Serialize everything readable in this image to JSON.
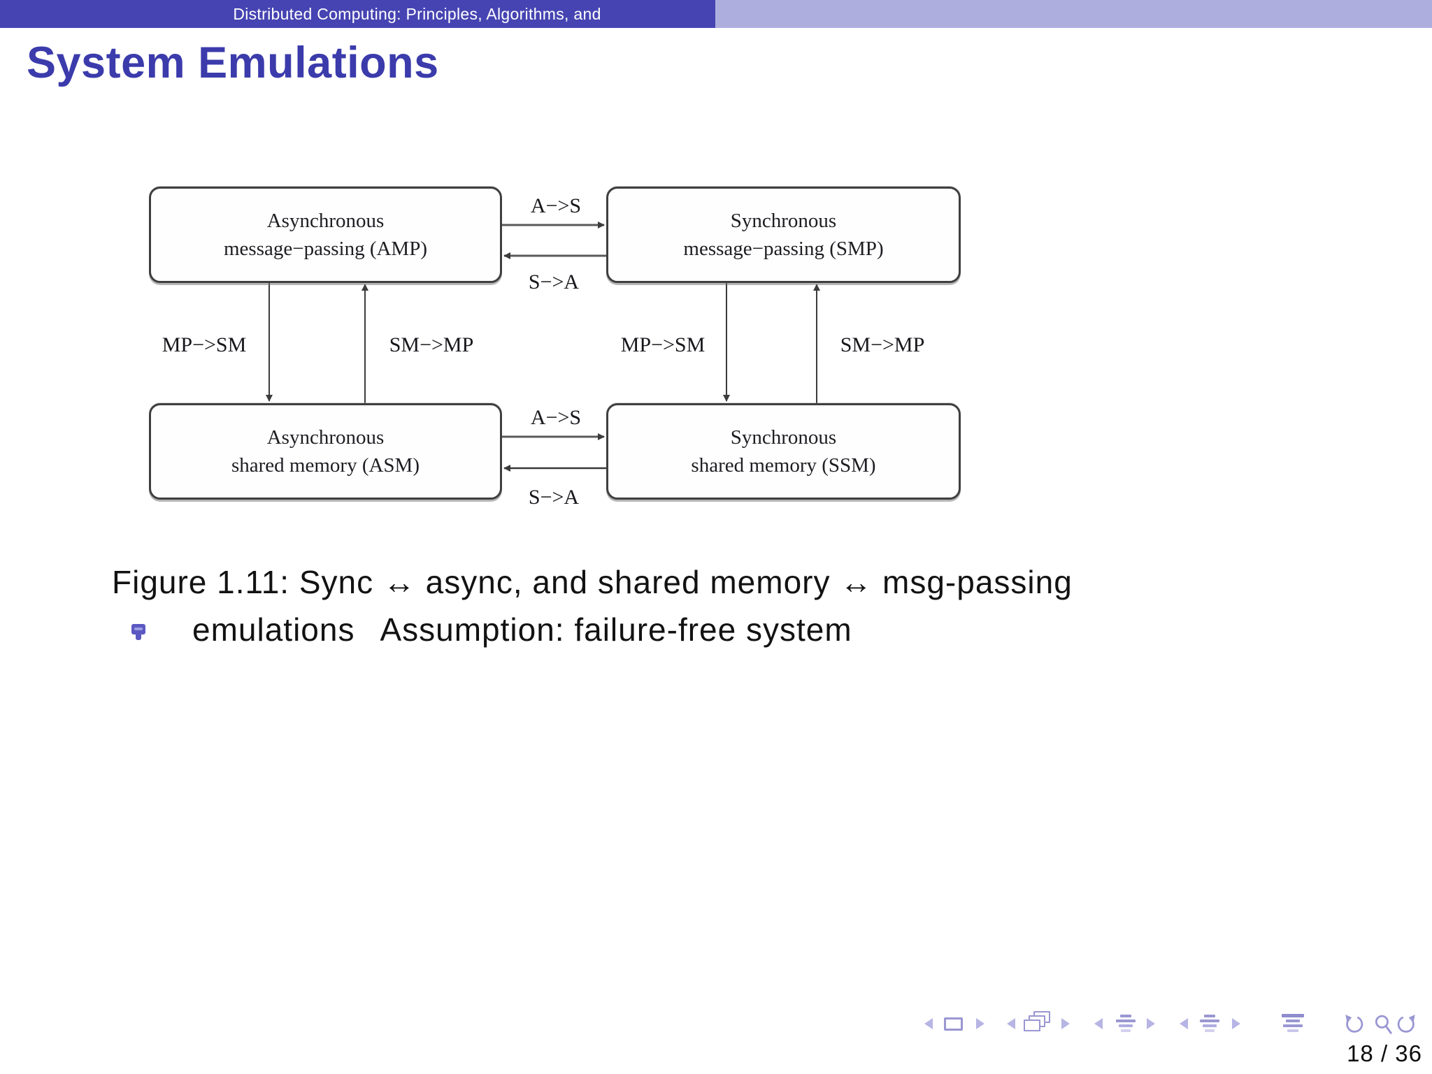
{
  "header": {
    "title": "Distributed Computing: Principles, Algorithms, and"
  },
  "slide": {
    "title": "System Emulations"
  },
  "diagram": {
    "boxes": {
      "amp": {
        "line1": "Asynchronous",
        "line2": "message−passing (AMP)"
      },
      "smp": {
        "line1": "Synchronous",
        "line2": "message−passing (SMP)"
      },
      "asm": {
        "line1": "Asynchronous",
        "line2": "shared memory (ASM)"
      },
      "ssm": {
        "line1": "Synchronous",
        "line2": "shared memory (SSM)"
      }
    },
    "labels": {
      "top_as": "A−>S",
      "top_sa": "S−>A",
      "left_mpsm": "MP−>SM",
      "left_smmp": "SM−>MP",
      "right_mpsm": "MP−>SM",
      "right_smmp": "SM−>MP",
      "bottom_as": "A−>S",
      "bottom_sa": "S−>A"
    }
  },
  "caption": {
    "line1": "Figure 1.11: Sync ↔ async, and shared memory ↔ msg-passing",
    "line2_continuation": "emulations",
    "line2_assumption": "Assumption: failure-free system"
  },
  "footer": {
    "page": "18 / 36",
    "nav_icons": [
      "prev-slide-icon",
      "frame-icon",
      "next-slide-icon",
      "prev-frame-icon",
      "frames-stack-icon",
      "next-frame-icon",
      "prev-subsection-icon",
      "subsection-lines-icon",
      "next-subsection-icon",
      "prev-section-icon",
      "section-lines-icon",
      "next-section-icon",
      "appendix-lines-icon",
      "back-icon",
      "search-icon",
      "forward-icon"
    ]
  },
  "colors": {
    "header_dark": "#4644b2",
    "header_light": "#aeaede",
    "title_blue": "#3b3bac",
    "nav_icon": "#9a97d4",
    "nav_icon_light": "#cfcfec",
    "bullet_purple": "#5b58c2"
  }
}
